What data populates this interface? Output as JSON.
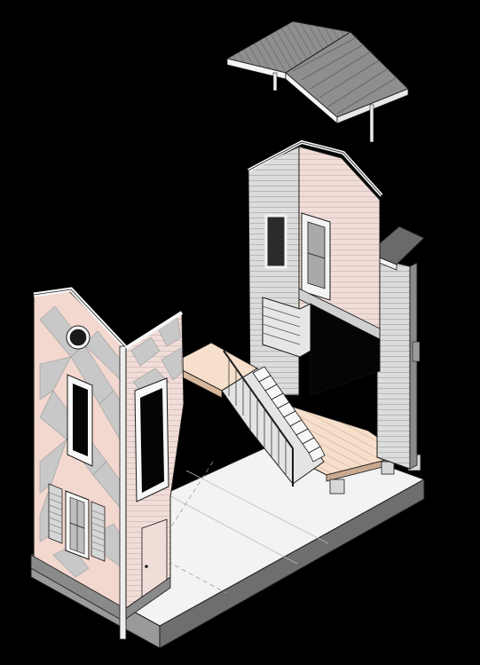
{
  "diagram": {
    "kind": "exploded axonometric house drawing",
    "components": [
      "roof",
      "rear-wall-module",
      "side-wall-module",
      "front-facade",
      "stair",
      "landing",
      "deck",
      "base-slab"
    ]
  },
  "colors": {
    "background": "#000000",
    "line": "#1a1a1a",
    "roof": "#8c8c8c",
    "roof_dark": "#5e5e5e",
    "siding": "#d9d9d9",
    "siding_shade": "#bfbfbf",
    "pink": "#f3d4cc",
    "pink_light": "#f8e4de",
    "wood": "#f4dcc8",
    "slab": "#f2f2f2",
    "slab_edge": "#8a8a8a",
    "white": "#ffffff"
  }
}
